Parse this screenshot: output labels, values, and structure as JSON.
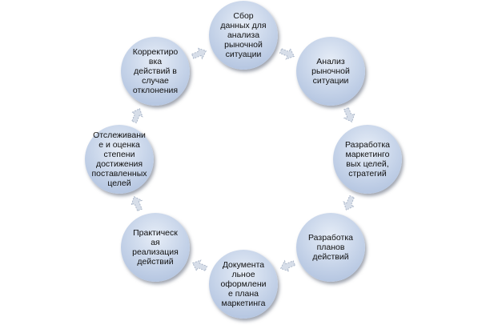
{
  "diagram": {
    "nodes": [
      {
        "id": "n1",
        "label": "Сбор\nданных для\nанализа\nрыночной\nситуации"
      },
      {
        "id": "n2",
        "label": "Анализ\nрыночной\nситуации"
      },
      {
        "id": "n3",
        "label": "Разработка\nмаркетинго\nвых целей,\nстратегий"
      },
      {
        "id": "n4",
        "label": "Разработка\nпланов\nдействий"
      },
      {
        "id": "n5",
        "label": "Документа\nльное\nоформлени\nе плана\nмаркетинга"
      },
      {
        "id": "n6",
        "label": "Практическ\nая\nреализация\nдействий"
      },
      {
        "id": "n7",
        "label": "Отслеживани\nе и оценка\nстепени\nдостижения\nпоставленных\nцелей"
      },
      {
        "id": "n8",
        "label": "Корректиро\nвка\nдействий в\nслучае\nотклонения"
      }
    ],
    "arrow_color": "#d7dee9",
    "arrow_edge_color": "#aab6c8",
    "node_fill": "#c4d2e8"
  }
}
